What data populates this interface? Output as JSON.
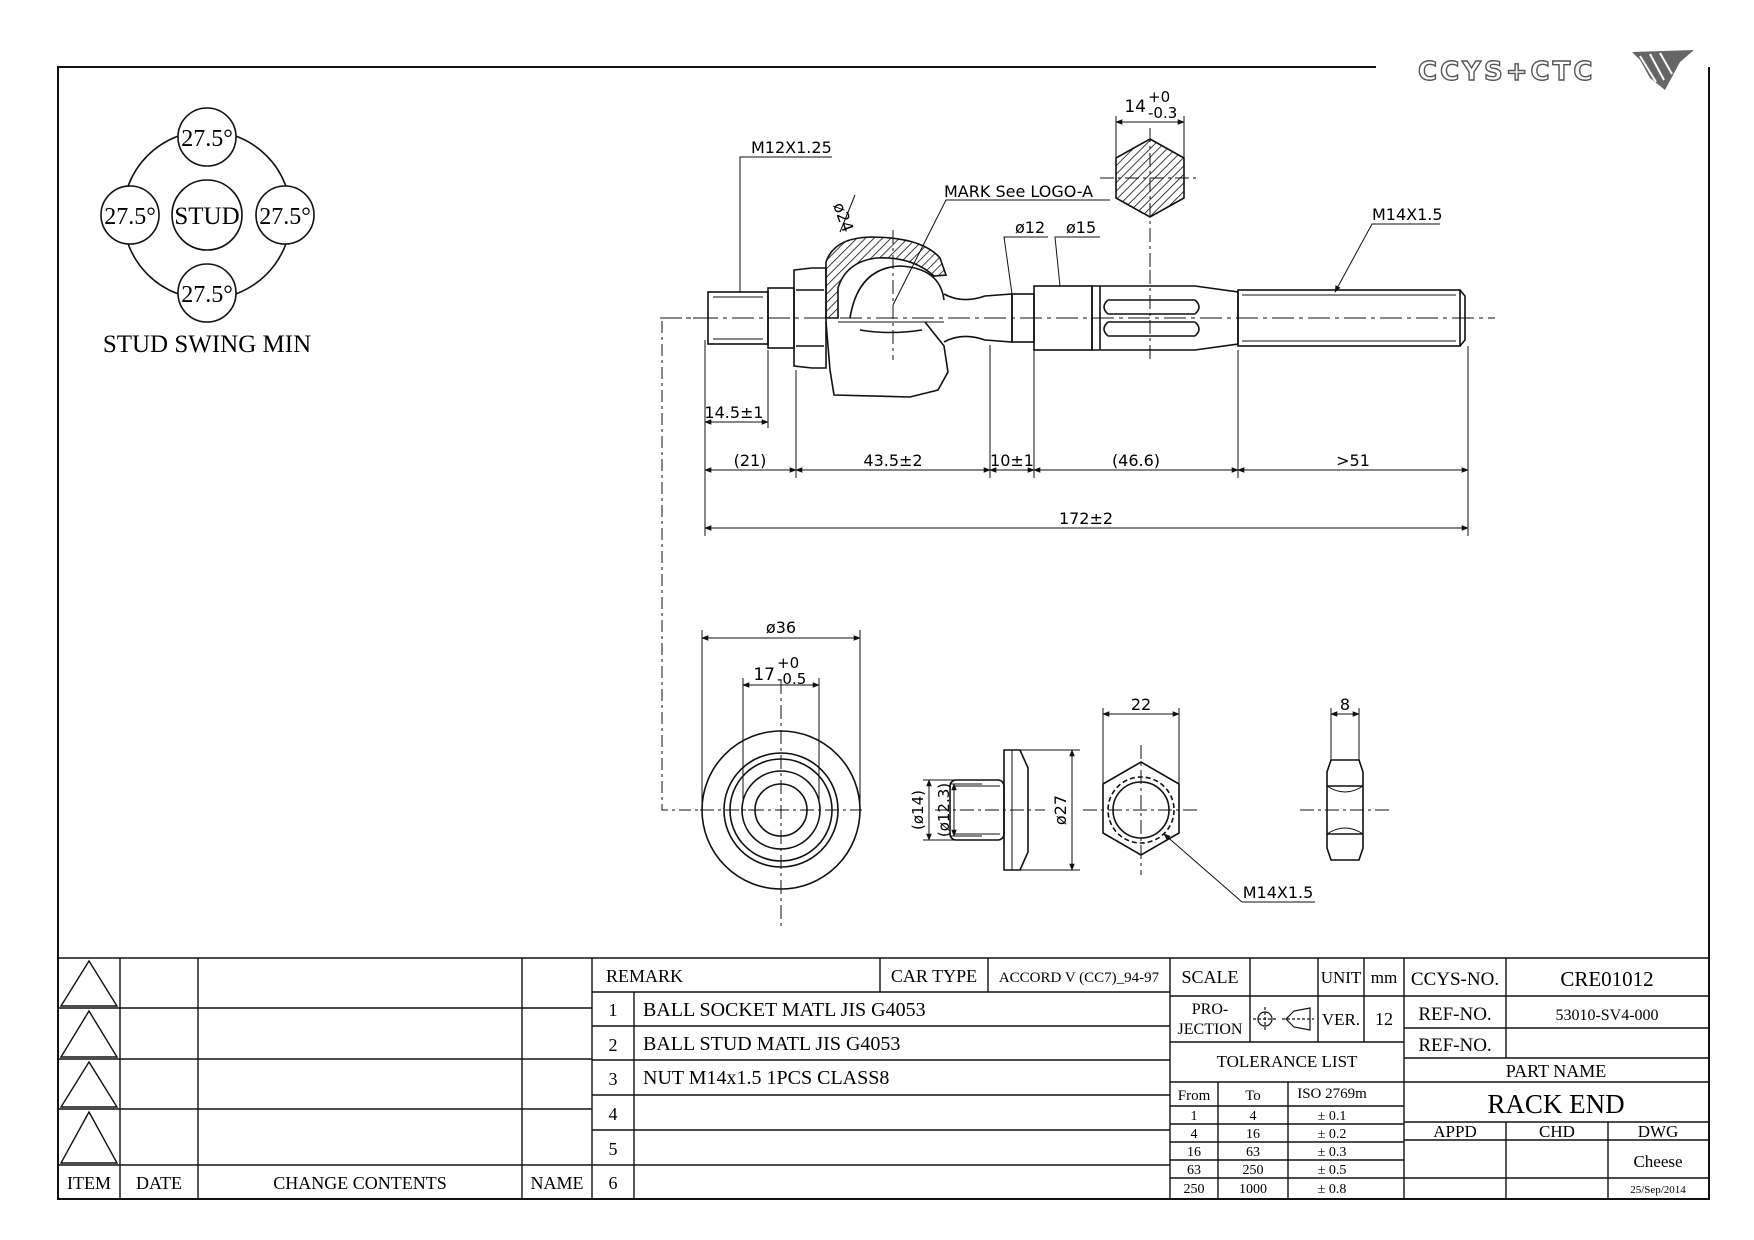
{
  "brand": {
    "logo_text": "CCYS+CTC"
  },
  "swing": {
    "center_label": "STUD",
    "angles": [
      "27.5°",
      "27.5°",
      "27.5°",
      "27.5°"
    ],
    "caption": "STUD SWING MIN"
  },
  "dims": {
    "thread_left": "M12X1.25",
    "dia24": "ø24",
    "mark_note": "MARK See LOGO-A",
    "dia12": "ø12",
    "dia15": "ø15",
    "hex_width": "14",
    "hex_tol_upper": "+0",
    "hex_tol_lower": "-0.3",
    "thread_right": "M14X1.5",
    "len_14_5": "14.5±1",
    "seg_21": "(21)",
    "seg_43_5": "43.5±2",
    "seg_10": "10±1",
    "seg_46_6": "(46.6)",
    "seg_51": ">51",
    "overall": "172±2",
    "dia36": "ø36",
    "w17": "17",
    "w17_tol_upper": "+0",
    "w17_tol_lower": "-0.5",
    "dia14": "(ø14)",
    "dia12_3": "(ø12.3)",
    "dia27": "ø27",
    "nut_width": "22",
    "nut_thick": "8",
    "nut_thread": "M14X1.5"
  },
  "revision_table": {
    "rows": 4,
    "headers": [
      "ITEM",
      "DATE",
      "CHANGE CONTENTS",
      "NAME"
    ]
  },
  "remarks": {
    "header": "REMARK",
    "car_type_label": "CAR TYPE",
    "car_type_value": "ACCORD V (CC7)_94-97",
    "items": [
      {
        "no": "1",
        "text": "BALL SOCKET MATL JIS G4053"
      },
      {
        "no": "2",
        "text": "BALL STUD MATL JIS G4053"
      },
      {
        "no": "3",
        "text": "NUT M14x1.5 1PCS CLASS8"
      },
      {
        "no": "4",
        "text": ""
      },
      {
        "no": "5",
        "text": ""
      },
      {
        "no": "6",
        "text": ""
      }
    ]
  },
  "title_block": {
    "scale_label": "SCALE",
    "scale_value": "",
    "unit_label": "UNIT",
    "unit_value": "mm",
    "projection_label_1": "PRO-",
    "projection_label_2": "JECTION",
    "ver_label": "VER.",
    "ver_value": "12",
    "tolerance_title": "TOLERANCE LIST",
    "tolerance_headers": [
      "From",
      "To",
      "ISO 2769m"
    ],
    "tolerance_rows": [
      [
        "1",
        "4",
        "± 0.1"
      ],
      [
        "4",
        "16",
        "± 0.2"
      ],
      [
        "16",
        "63",
        "± 0.3"
      ],
      [
        "63",
        "250",
        "± 0.5"
      ],
      [
        "250",
        "1000",
        "± 0.8"
      ]
    ],
    "ccys_no_label": "CCYS-NO.",
    "ccys_no_value": "CRE01012",
    "ref_no_label": "REF-NO.",
    "ref_no_value": "53010-SV4-000",
    "ref_no2_label": "REF-NO.",
    "ref_no2_value": "",
    "part_name_label": "PART NAME",
    "part_name_value": "RACK END",
    "appd_label": "APPD",
    "chd_label": "CHD",
    "dwg_label": "DWG",
    "dwg_name": "Cheese",
    "dwg_date": "25/Sep/2014"
  }
}
